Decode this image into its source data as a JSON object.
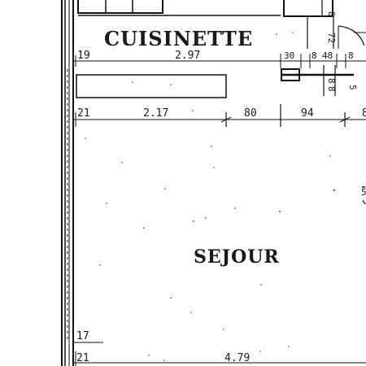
{
  "rooms": {
    "kitchenette": "CUISINETTE",
    "living": "SEJOUR"
  },
  "dimensions": {
    "kitchen_left_offset": "19",
    "kitchen_width": "2.97",
    "kitchen_right_30": "30",
    "kitchen_right_8a": "8",
    "kitchen_right_48": "48",
    "kitchen_right_8b": "8",
    "vertical_72": "72",
    "vertical_8_top": "8",
    "vertical_8_mid": "8",
    "vertical_8_low": "8",
    "vertical_5": "5",
    "row2_left": "21",
    "row2_217": "2.17",
    "row2_80": "80",
    "row2_94": "94",
    "row2_8": "8",
    "living_left_17": "17",
    "living_left_21": "21",
    "living_width": "4.79",
    "right_edge_5": "5"
  }
}
